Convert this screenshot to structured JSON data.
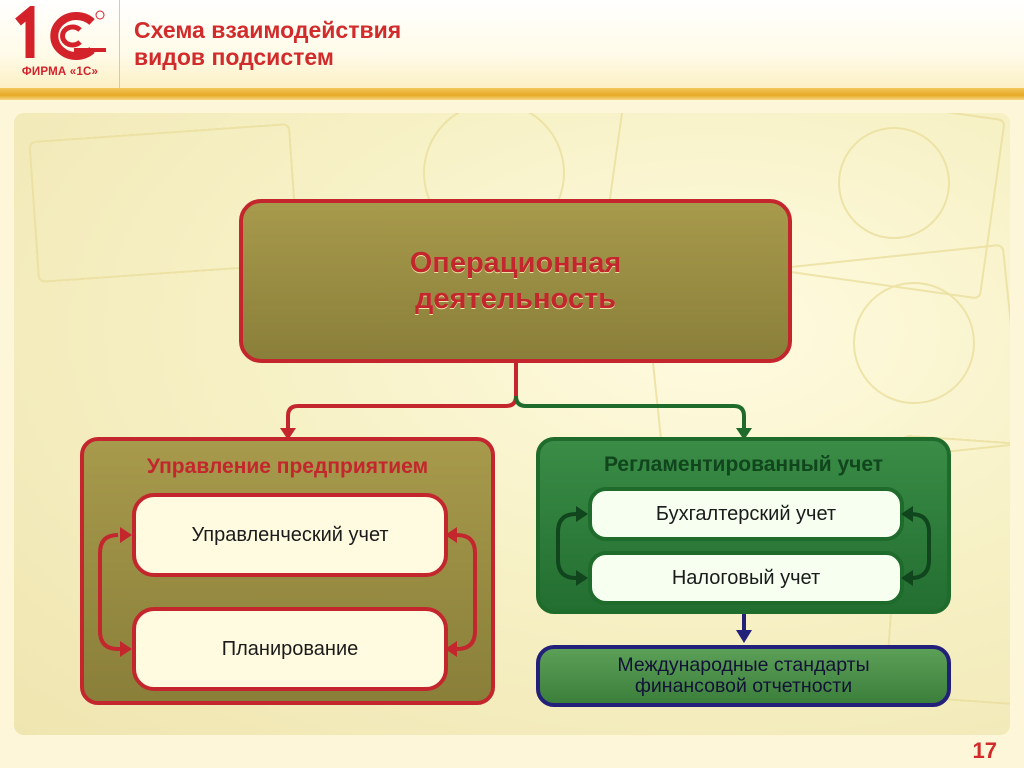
{
  "header": {
    "logo_caption": "ФИРМА «1С»",
    "title": "Схема взаимодействия\nвидов подсистем"
  },
  "diagram": {
    "top_node": "Операционная\nдеятельность",
    "management": {
      "title": "Управление предприятием",
      "items": [
        "Управленческий учет",
        "Планирование"
      ]
    },
    "regulated": {
      "title": "Регламентированный учет",
      "items": [
        "Бухгалтерский учет",
        "Налоговый учет"
      ]
    },
    "ifrs": "Международные стандарты\nфинансовой отчетности"
  },
  "footer": {
    "page_number": "17"
  },
  "colors": {
    "red": "#c4262e",
    "green": "#1e6b2c",
    "navy": "#23207a",
    "title_red": "#d12b2b"
  },
  "icons": [
    "logo-1c-icon",
    "registered-mark-icon"
  ]
}
